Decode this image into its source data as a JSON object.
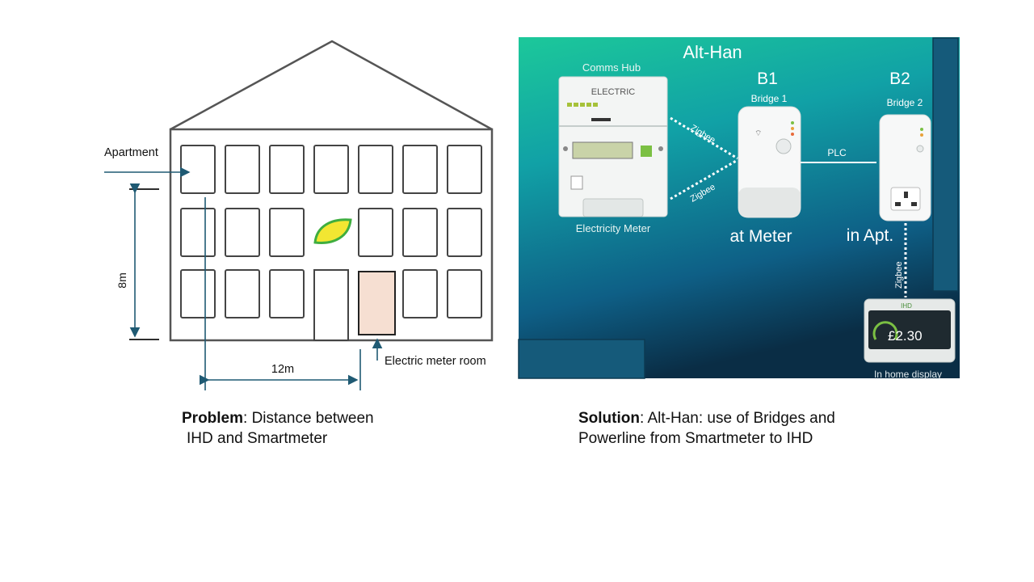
{
  "left_diagram": {
    "apartment_label": "Apartment",
    "height_label": "8m",
    "width_label": "12m",
    "meter_room_label": "Electric meter room"
  },
  "right_diagram": {
    "title": "Alt-Han",
    "comms_hub_label": "Comms Hub",
    "meter_brand": "ELECTRIC",
    "meter_caption": "Electricity Meter",
    "zigbee_label": "Zigbee",
    "plc_label": "PLC",
    "b1_label": "B1",
    "b1_sub": "Bridge 1",
    "b2_label": "B2",
    "b2_sub": "Bridge 2",
    "at_meter_label": "at Meter",
    "in_apt_label": "in Apt.",
    "ihd_header": "IHD",
    "ihd_value": "£2.30",
    "ihd_caption": "In home display"
  },
  "captions": {
    "problem_bold": "Problem",
    "problem_line1": ": Distance between",
    "problem_line2": "IHD and Smartmeter",
    "solution_bold": "Solution",
    "solution_line1": ": Alt-Han: use of Bridges and",
    "solution_line2": "Powerline from Smartmeter to IHD"
  },
  "colors": {
    "dim_line": "#1f5a73",
    "meter_room_fill": "#f6dfd2",
    "leaf_fill": "#f2e632",
    "leaf_stroke": "#3fae3f",
    "panel_dark": "#155a7a"
  }
}
